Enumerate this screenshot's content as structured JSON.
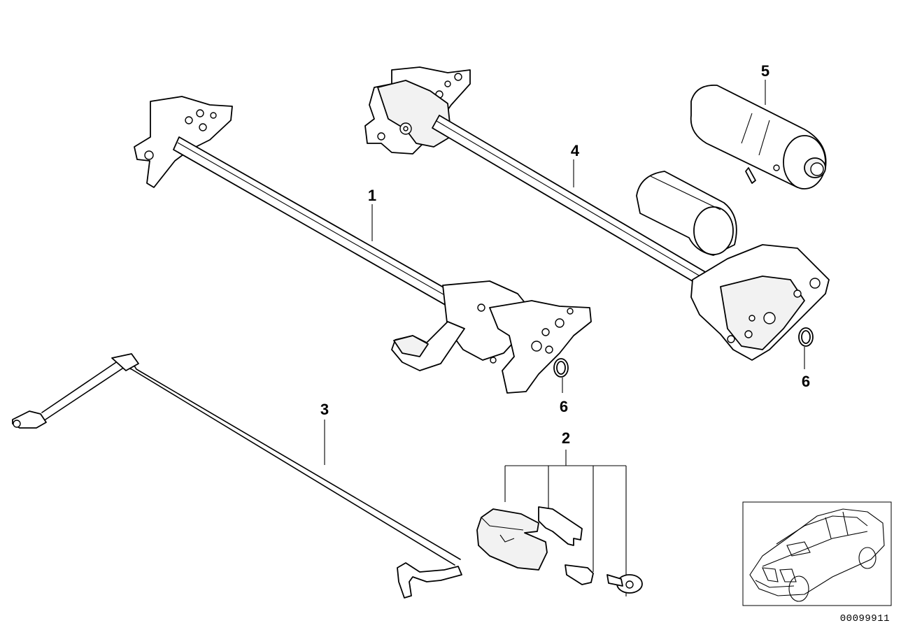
{
  "diagram": {
    "callouts": [
      {
        "id": "1",
        "label": "1"
      },
      {
        "id": "2",
        "label": "2"
      },
      {
        "id": "3",
        "label": "3"
      },
      {
        "id": "4",
        "label": "4"
      },
      {
        "id": "5",
        "label": "5"
      },
      {
        "id": "6a",
        "label": "6"
      },
      {
        "id": "6b",
        "label": "6"
      }
    ],
    "reference_number": "00099911"
  }
}
